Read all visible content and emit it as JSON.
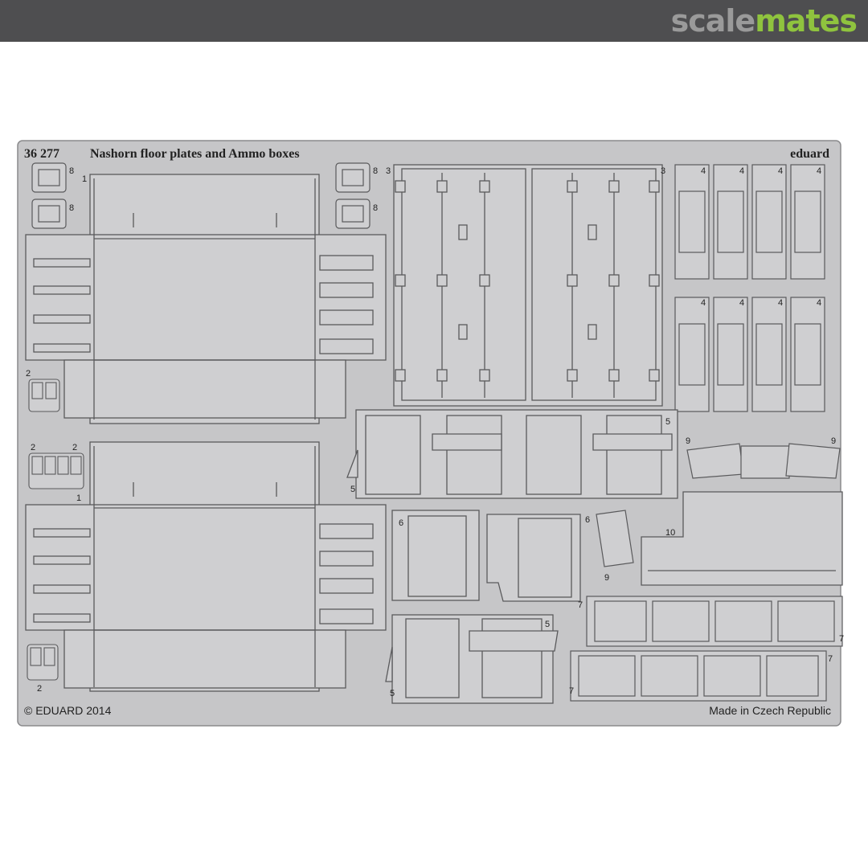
{
  "site": {
    "brand_part1": "scale",
    "brand_part2": "mates"
  },
  "fret": {
    "code": "36 277",
    "title": "Nashorn floor plates and Ammo boxes",
    "maker": "eduard",
    "copyright": "© EDUARD 2014",
    "origin": "Made in Czech Republic"
  },
  "part_numbers": {
    "floor_plate": "1",
    "small_clip": "2",
    "end_plate": "3",
    "rack": "4",
    "ammo_box_large": "5",
    "ammo_box_medium": "6",
    "ammo_box_small": "7",
    "bracket_small": "8",
    "bracket_wide": "9",
    "long_plate": "10"
  },
  "colors": {
    "header_bg": "#4e4e50",
    "fret_fill": "#c6c6c8",
    "part_fill": "#cfcfd1",
    "line": "#5a5a5c"
  }
}
